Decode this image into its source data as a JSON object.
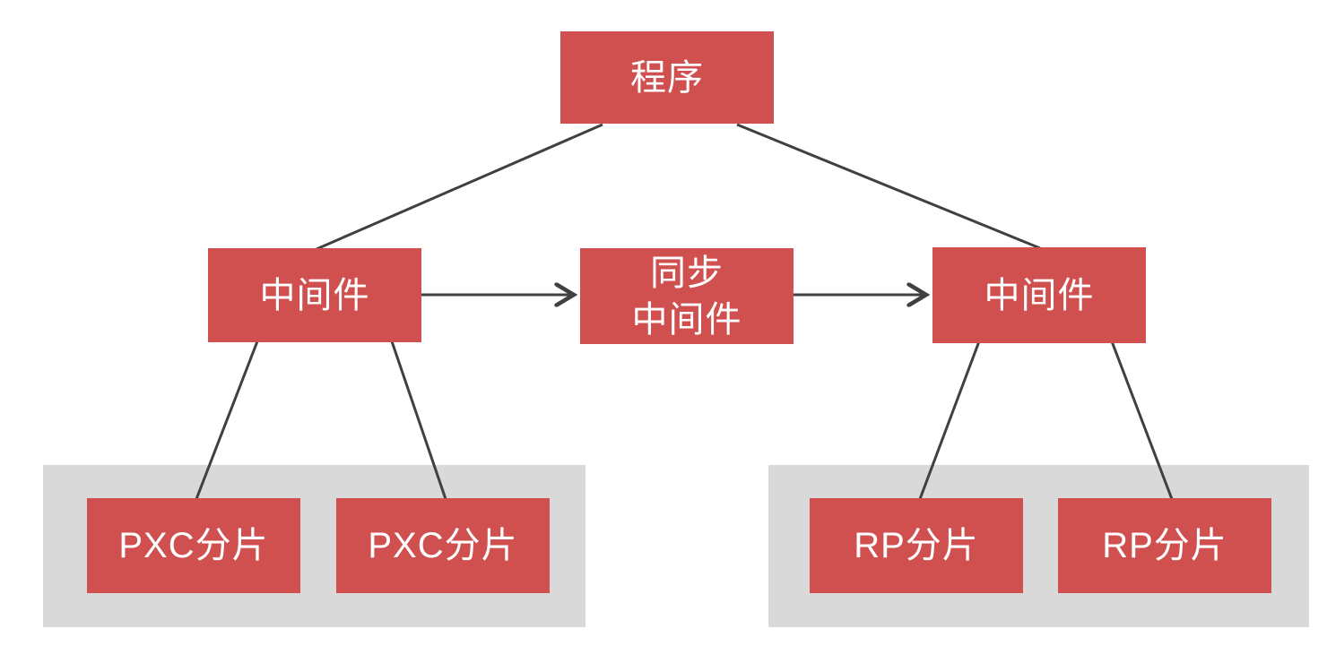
{
  "diagram": {
    "type": "architecture-tree",
    "nodes": {
      "program": {
        "label": "程序"
      },
      "middleware_left": {
        "label": "中间件"
      },
      "sync_middleware": {
        "label": "同步\n中间件"
      },
      "middleware_right": {
        "label": "中间件"
      },
      "pxc_shard_1": {
        "label": "PXC分片"
      },
      "pxc_shard_2": {
        "label": "PXC分片"
      },
      "rp_shard_1": {
        "label": "RP分片"
      },
      "rp_shard_2": {
        "label": "RP分片"
      }
    },
    "groups": {
      "pxc_cluster": {
        "contains": [
          "pxc_shard_1",
          "pxc_shard_2"
        ]
      },
      "rp_cluster": {
        "contains": [
          "rp_shard_1",
          "rp_shard_2"
        ]
      }
    },
    "connectors": [
      {
        "from": "program",
        "to": "middleware_left",
        "arrow": false
      },
      {
        "from": "program",
        "to": "middleware_right",
        "arrow": false
      },
      {
        "from": "middleware_left",
        "to": "sync_middleware",
        "arrow": true
      },
      {
        "from": "sync_middleware",
        "to": "middleware_right",
        "arrow": true
      },
      {
        "from": "middleware_left",
        "to": "pxc_shard_1",
        "arrow": false
      },
      {
        "from": "middleware_left",
        "to": "pxc_shard_2",
        "arrow": false
      },
      {
        "from": "middleware_right",
        "to": "rp_shard_1",
        "arrow": false
      },
      {
        "from": "middleware_right",
        "to": "rp_shard_2",
        "arrow": false
      }
    ],
    "colors": {
      "node_fill": "#d05050",
      "node_text": "#ffffff",
      "group_fill": "#d9d9d9",
      "connector": "#404040",
      "background": "#ffffff"
    }
  }
}
